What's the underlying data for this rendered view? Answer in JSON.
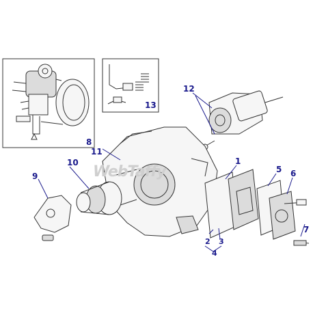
{
  "diagram": {
    "callouts": {
      "c1": "1",
      "c2": "2",
      "c3": "3",
      "c4": "4",
      "c5": "5",
      "c6": "6",
      "c7": "7",
      "c8": "8",
      "c9": "9",
      "c10": "10",
      "c11": "11",
      "c12": "12",
      "c13": "13"
    },
    "watermark": "WebTaffy",
    "colors": {
      "callout": "#1a1a8c",
      "line": "#333333",
      "part_fill": "#f6f6f6"
    }
  }
}
